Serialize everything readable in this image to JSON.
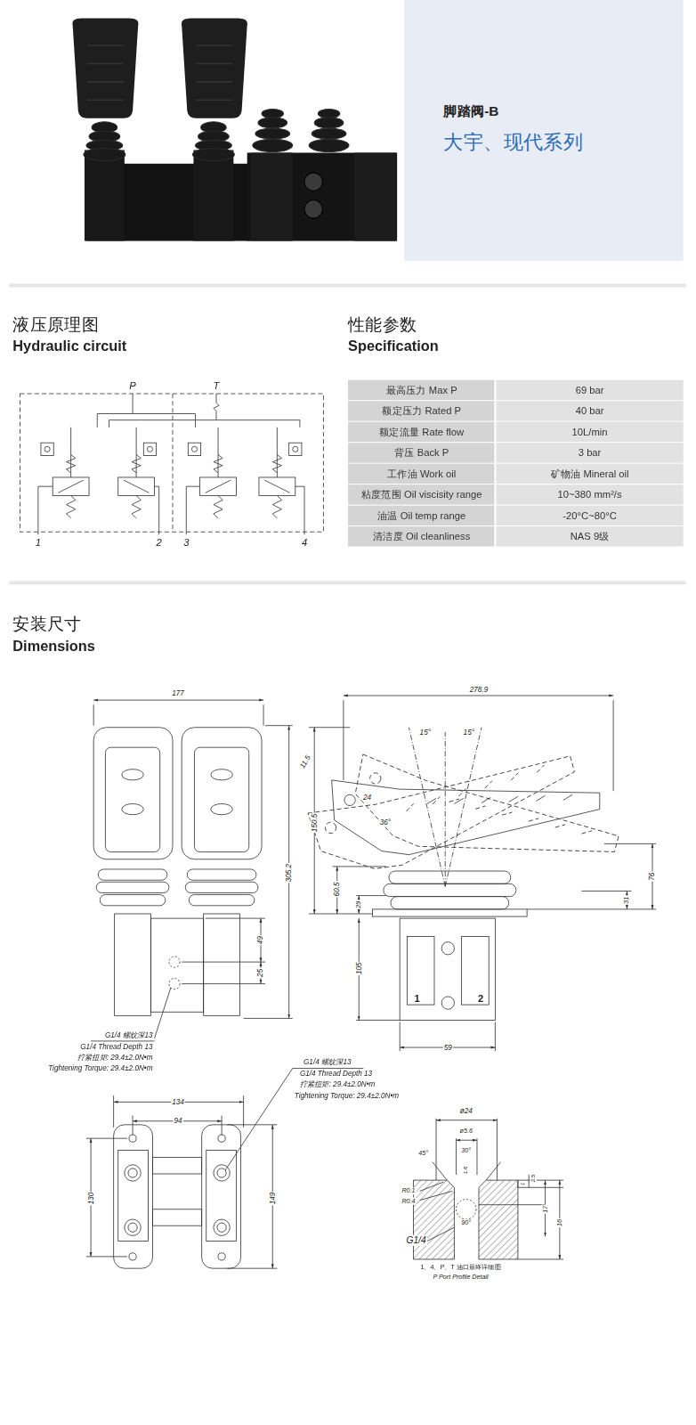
{
  "diagram": {
    "title": "脚踏阀-B",
    "labels": [
      "大宇、现代系列",
      "液压原理图",
      "Hydraulic circuit",
      "性能参数",
      "Specification",
      "P",
      "T",
      "1",
      "2",
      "3",
      "4",
      "最高压力 Max P",
      "69 bar",
      "额定压力 Rated P",
      "40 bar",
      "额定流量 Rate flow",
      "10L/min",
      "背压 Back P",
      "3 bar",
      "工作油 Work oil",
      "矿物油 Mineral oil",
      "粘度范围 Oil viscisity range",
      "10~380 mm²/s",
      "油温 Oil temp range",
      "-20°C~80°C",
      "清洁度 Oil  cleanliness",
      "NAS 9级",
      "安装尺寸",
      "Dimensions",
      "177",
      "278.9",
      "15°",
      "15°",
      "11.5",
      "24",
      "36°",
      "150.5",
      "60.5",
      "29",
      "305.2",
      "49",
      "25",
      "105",
      "76",
      "31",
      "1",
      "2",
      "59",
      "G1/4 螺纹深13",
      "G1/4 Thread Depth 13",
      "拧紧扭矩: 29.4±2.0N•m",
      "Tightening Torque: 29.4±2.0N•m",
      "G1/4 螺纹深13",
      "G1/4 Thread Depth 13",
      "拧紧扭矩: 29.4±2.0N•m",
      "Tightening Torque: 29.4±2.0N•m",
      "134",
      "94",
      "130",
      "149",
      "ø24",
      "ø5.6",
      "30°",
      "45°",
      "1.6",
      "1",
      "2.5",
      "17",
      "16",
      "90°",
      "R0.1",
      "R0.4",
      "G1/4",
      "1、4、P、T 油口最终详细图",
      "P Port Profile Detail"
    ]
  }
}
